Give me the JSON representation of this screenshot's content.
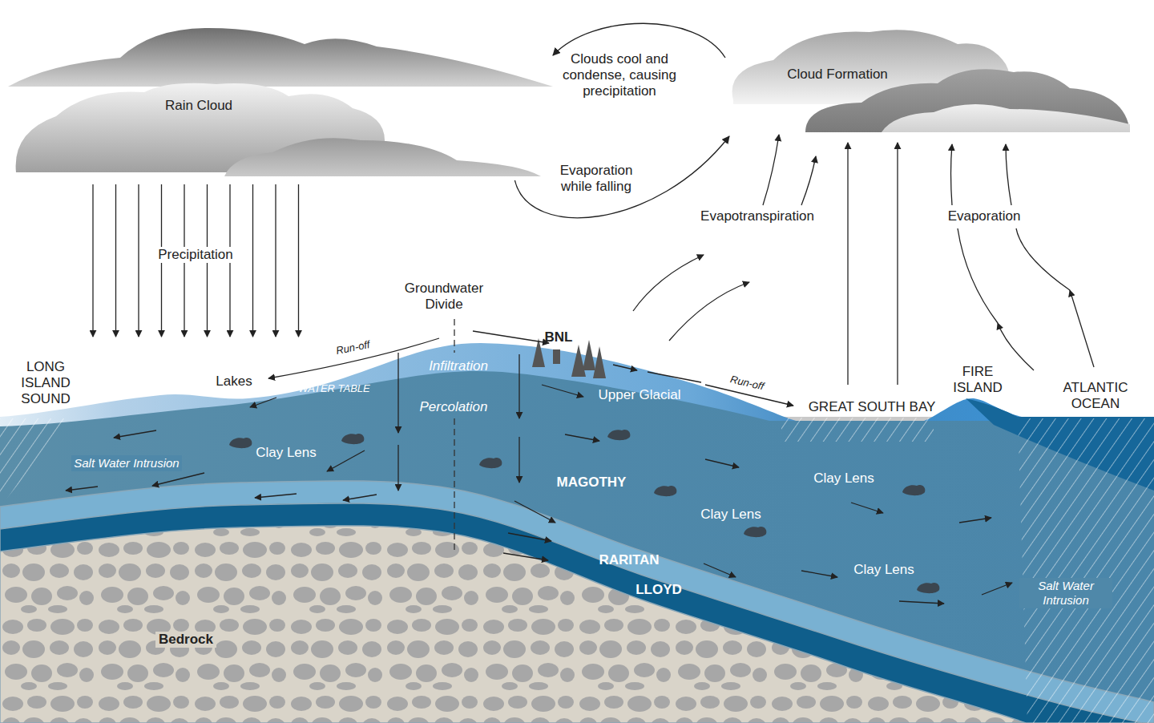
{
  "diagram": {
    "nodes": [
      {
        "text": [
          "Rain Cloud"
        ]
      },
      {
        "text": [
          "Cloud Formation"
        ]
      }
    ],
    "edges": [
      {
        "from": 1,
        "to": 0,
        "arrow": "to",
        "label": "Clouds cool and condense, causing precipitation"
      },
      {
        "from": 0,
        "to": 1,
        "arrow": "to",
        "label": "Evaporation while falling"
      }
    ],
    "labels": [
      "Precipitation",
      "Groundwater Divide",
      "Evapotranspiration",
      "Evaporation",
      "LONG ISLAND SOUND",
      "Run-off",
      "Lakes",
      "BNL",
      "Infiltration",
      "WATER TABLE",
      "Upper Glacial",
      "Run-off",
      "FIRE ISLAND",
      "ATLANTIC OCEAN",
      "Percolation",
      "GREAT SOUTH BAY",
      "Clay Lens",
      "Salt Water Intrusion",
      "MAGOTHY",
      "Clay Lens",
      "Clay Lens",
      "RARITAN",
      "LLOYD",
      "Clay Lens",
      "Salt Water Intrusion",
      "Bedrock"
    ]
  }
}
